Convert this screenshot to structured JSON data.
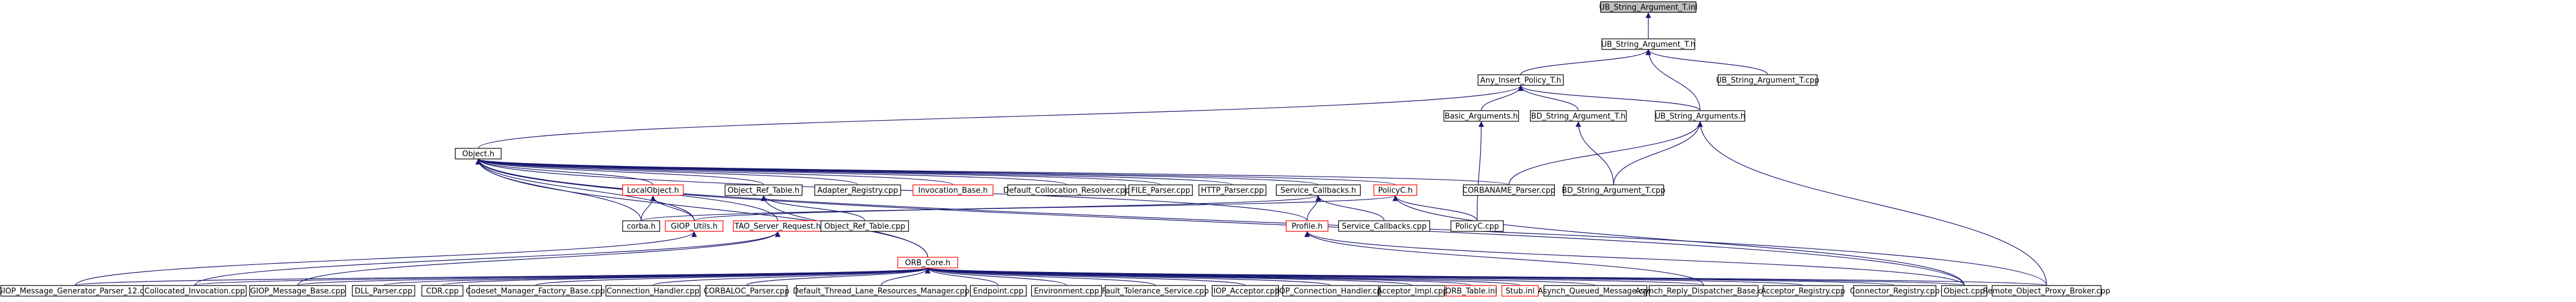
{
  "diagram": {
    "colors": {
      "node_fill": "#ffffff",
      "node_border": "#000000",
      "incomplete_border": "#ff0000",
      "root_fill": "#bfbfbf",
      "edge": "#191970"
    },
    "nodes": [
      {
        "id": "root",
        "label": "UB_String_Argument_T.inl",
        "style": "root"
      },
      {
        "id": "ubsat_h",
        "label": "UB_String_Argument_T.h"
      },
      {
        "id": "ubsat_cpp",
        "label": "UB_String_Argument_T.cpp"
      },
      {
        "id": "aip_h",
        "label": "Any_Insert_Policy_T.h"
      },
      {
        "id": "basic_args_h",
        "label": "Basic_Arguments.h"
      },
      {
        "id": "bd_sat_h",
        "label": "BD_String_Argument_T.h"
      },
      {
        "id": "ub_sa_h",
        "label": "UB_String_Arguments.h"
      },
      {
        "id": "object_h",
        "label": "Object.h"
      },
      {
        "id": "localobject_h",
        "label": "LocalObject.h",
        "style": "incomplete"
      },
      {
        "id": "objreftable_h",
        "label": "Object_Ref_Table.h"
      },
      {
        "id": "adapter_reg",
        "label": "Adapter_Registry.cpp"
      },
      {
        "id": "invocation_base_h",
        "label": "Invocation_Base.h",
        "style": "incomplete"
      },
      {
        "id": "default_coll",
        "label": "Default_Collocation_Resolver.cpp"
      },
      {
        "id": "file_parser",
        "label": "FILE_Parser.cpp"
      },
      {
        "id": "http_parser",
        "label": "HTTP_Parser.cpp"
      },
      {
        "id": "service_cb_h",
        "label": "Service_Callbacks.h"
      },
      {
        "id": "policyc_h",
        "label": "PolicyC.h",
        "style": "incomplete"
      },
      {
        "id": "corbaname_parser",
        "label": "CORBANAME_Parser.cpp"
      },
      {
        "id": "bd_sat_cpp",
        "label": "BD_String_Argument_T.cpp"
      },
      {
        "id": "corba_h",
        "label": "corba.h"
      },
      {
        "id": "giop_utils_h",
        "label": "GIOP_Utils.h",
        "style": "incomplete"
      },
      {
        "id": "tao_sr_h",
        "label": "TAO_Server_Request.h",
        "style": "incomplete"
      },
      {
        "id": "objreftable_cpp",
        "label": "Object_Ref_Table.cpp"
      },
      {
        "id": "profile_h",
        "label": "Profile.h",
        "style": "incomplete"
      },
      {
        "id": "service_cb_cpp",
        "label": "Service_Callbacks.cpp"
      },
      {
        "id": "policyc_cpp",
        "label": "PolicyC.cpp"
      },
      {
        "id": "orb_core_h",
        "label": "ORB_Core.h",
        "style": "incomplete"
      },
      {
        "id": "giop_gen12",
        "label": "GIOP_Message_Generator_Parser_12.cpp"
      },
      {
        "id": "collocated_inv",
        "label": "Collocated_Invocation.cpp"
      },
      {
        "id": "giop_msg_base",
        "label": "GIOP_Message_Base.cpp"
      },
      {
        "id": "dll_parser",
        "label": "DLL_Parser.cpp"
      },
      {
        "id": "cdr_cpp",
        "label": "CDR.cpp"
      },
      {
        "id": "codeset_mgr",
        "label": "Codeset_Manager_Factory_Base.cpp"
      },
      {
        "id": "conn_handler",
        "label": "Connection_Handler.cpp"
      },
      {
        "id": "corbaloc_parser",
        "label": "CORBALOC_Parser.cpp"
      },
      {
        "id": "default_tlrm",
        "label": "Default_Thread_Lane_Resources_Manager.cpp"
      },
      {
        "id": "endpoint",
        "label": "Endpoint.cpp"
      },
      {
        "id": "environment",
        "label": "Environment.cpp"
      },
      {
        "id": "ft_service",
        "label": "Fault_Tolerance_Service.cpp"
      },
      {
        "id": "iiop_acceptor",
        "label": "IIOP_Acceptor.cpp"
      },
      {
        "id": "iiop_conn_handler",
        "label": "IIOP_Connection_Handler.cpp"
      },
      {
        "id": "acceptor_impl",
        "label": "Acceptor_Impl.cpp"
      },
      {
        "id": "orb_table_inl",
        "label": "ORB_Table.inl",
        "style": "incomplete"
      },
      {
        "id": "stub_inl",
        "label": "Stub.inl",
        "style": "incomplete"
      },
      {
        "id": "async_queued",
        "label": "Asynch_Queued_Message.cpp"
      },
      {
        "id": "async_reply",
        "label": "Asynch_Reply_Dispatcher_Base.cpp"
      },
      {
        "id": "acceptor_reg",
        "label": "Acceptor_Registry.cpp"
      },
      {
        "id": "connector_reg",
        "label": "Connector_Registry.cpp"
      },
      {
        "id": "object_cpp",
        "label": "Object.cpp"
      },
      {
        "id": "remote_opb",
        "label": "Remote_Object_Proxy_Broker.cpp"
      }
    ]
  }
}
